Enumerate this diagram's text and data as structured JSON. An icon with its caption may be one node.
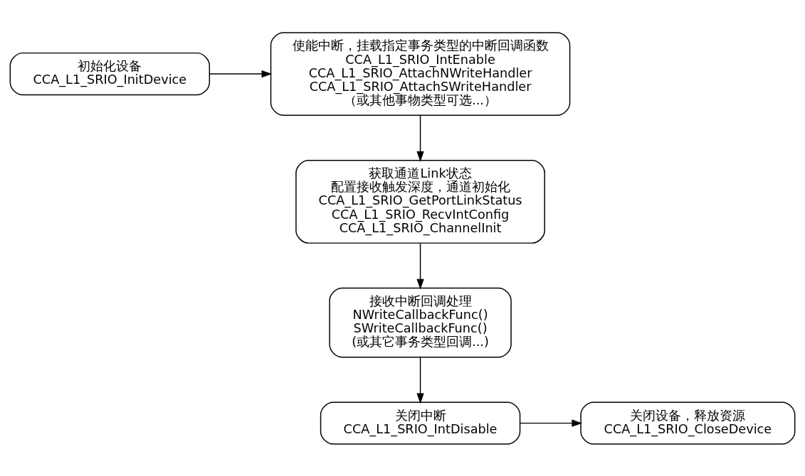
{
  "diagram": {
    "nodes": [
      {
        "text": [
          "使能中断，挂载指定事务类型的中断回调函数",
          "CCA_L1_SRIO_IntEnable",
          "CCA_L1_SRIO_AttachNWriteHandler",
          "CCA_L1_SRIO_AttachSWriteHandler",
          "（或其他事物类型可选...）"
        ]
      },
      {
        "text": [
          "初始化设备",
          "CCA_L1_SRIO_InitDevice"
        ]
      },
      {
        "text": [
          "获取通道Link状态",
          "配置接收触发深度，通道初始化",
          "CCA_L1_SRIO_GetPortLinkStatus",
          "CCA_L1_SRIO_RecvIntConfig",
          "CCA_L1_SRIO_ChannelInit"
        ]
      },
      {
        "text": [
          "接收中断回调处理",
          "NWriteCallbackFunc()",
          "SWriteCallbackFunc()",
          "(或其它事务类型回调...)"
        ]
      },
      {
        "text": [
          "关闭设备，释放资源",
          "CCA_L1_SRIO_CloseDevice"
        ]
      },
      {
        "text": [
          "关闭中断",
          "CCA_L1_SRIO_IntDisable"
        ]
      }
    ],
    "edges": [
      {
        "from": 1,
        "to": 0,
        "arrow": "to"
      },
      {
        "from": 0,
        "to": 2,
        "arrow": "to"
      },
      {
        "from": 2,
        "to": 3,
        "arrow": "to"
      },
      {
        "from": 3,
        "to": 5,
        "arrow": "to"
      },
      {
        "from": 5,
        "to": 4,
        "arrow": "to"
      }
    ]
  }
}
